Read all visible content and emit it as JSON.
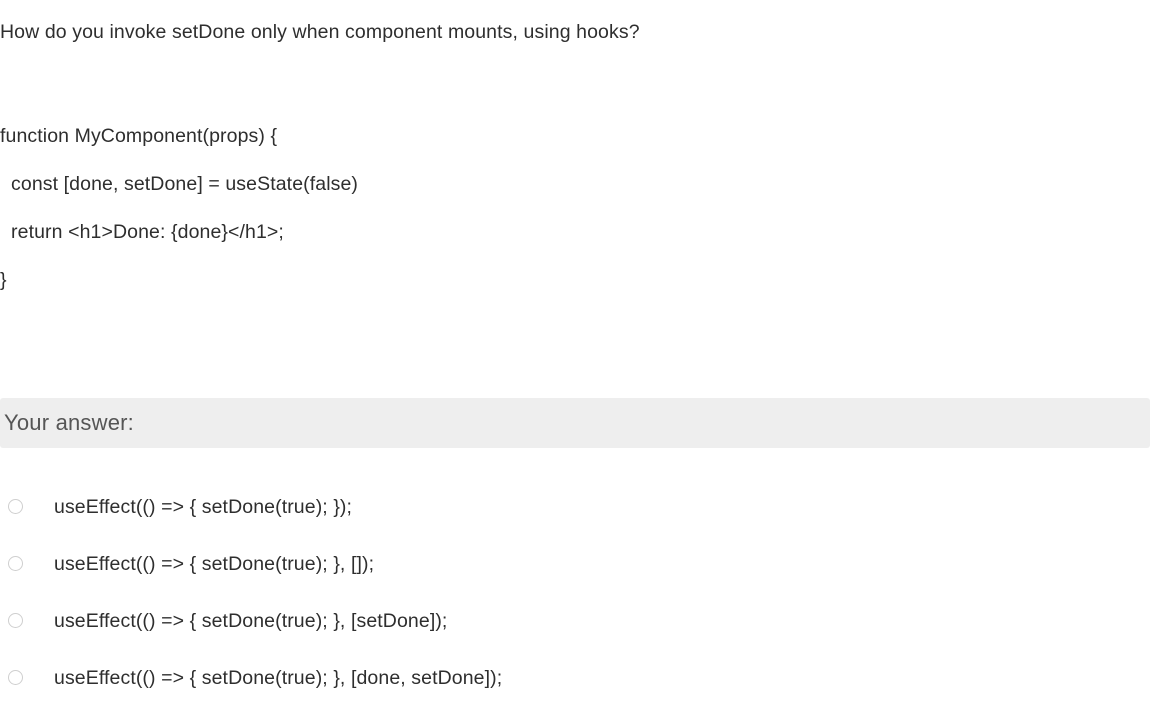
{
  "question": {
    "prompt": "How do you invoke setDone only when component mounts, using hooks?",
    "code_lines": [
      "function MyComponent(props) {",
      "  const [done, setDone] = useState(false)",
      "  return <h1>Done: {done}</h1>;",
      "}"
    ]
  },
  "answer_section": {
    "header_label": "Your answer:",
    "header_background": "#eeeeee",
    "options": [
      {
        "id": "option-1",
        "label": "useEffect(() => { setDone(true); });",
        "selected": false
      },
      {
        "id": "option-2",
        "label": "useEffect(() => { setDone(true); }, []);",
        "selected": false
      },
      {
        "id": "option-3",
        "label": "useEffect(() => { setDone(true); }, [setDone]);",
        "selected": false
      },
      {
        "id": "option-4",
        "label": "useEffect(() => { setDone(true); }, [done, setDone]);",
        "selected": false
      }
    ],
    "radio_icon": "radio-unchecked-icon"
  },
  "theme": {
    "page_background": "#ffffff",
    "text_color": "#2e2e2e",
    "muted_text_color": "#555555",
    "radio_border_color": "#cfcfcf"
  }
}
